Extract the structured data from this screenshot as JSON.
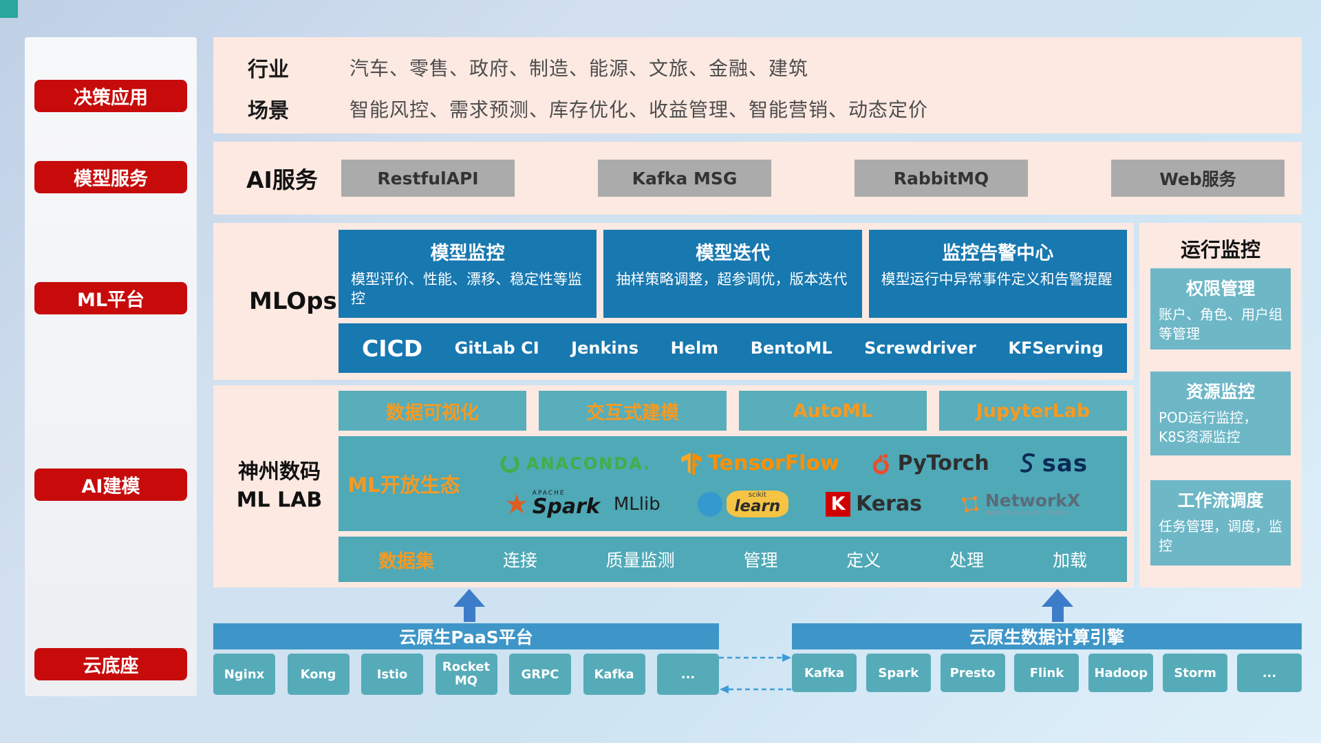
{
  "colors": {
    "accent_red": "#c70b0b",
    "box_blue": "#1878b0",
    "teal": "#4fa9b7",
    "orange": "#f59a23",
    "header_blue": "#3e96c8",
    "row_pink": "#fce9e2"
  },
  "sidebar": {
    "items": [
      {
        "label": "决策应用"
      },
      {
        "label": "模型服务"
      },
      {
        "label": "ML平台"
      },
      {
        "label": "AI建模"
      },
      {
        "label": "云底座"
      }
    ]
  },
  "apps_row": {
    "industry_label": "行业",
    "industry_text": "汽车、零售、政府、制造、能源、文旅、金融、建筑",
    "scene_label": "场景",
    "scene_text": "智能风控、需求预测、库存优化、收益管理、智能营销、动态定价"
  },
  "service_row": {
    "label": "AI服务",
    "buttons": [
      {
        "label": "RestfulAPI"
      },
      {
        "label": "Kafka MSG"
      },
      {
        "label": "RabbitMQ"
      },
      {
        "label": "Web服务"
      }
    ]
  },
  "mlops": {
    "label": "MLOps",
    "cards": [
      {
        "title": "模型监控",
        "desc": "模型评价、性能、漂移、稳定性等监控"
      },
      {
        "title": "模型迭代",
        "desc": "抽样策略调整，超参调优，版本迭代"
      },
      {
        "title": "监控告警中心",
        "desc": "模型运行中异常事件定义和告警提醒"
      }
    ],
    "cicd_label": "CICD",
    "cicd_items": [
      {
        "label": "GitLab CI"
      },
      {
        "label": "Jenkins"
      },
      {
        "label": "Helm"
      },
      {
        "label": "BentoML"
      },
      {
        "label": "Screwdriver"
      },
      {
        "label": "KFServing"
      }
    ]
  },
  "mllab": {
    "label_line1": "神州数码",
    "label_line2": "ML LAB",
    "tools": [
      {
        "label": "数据可视化"
      },
      {
        "label": "交互式建模"
      },
      {
        "label": "AutoML"
      },
      {
        "label": "JupyterLab"
      }
    ],
    "ecosystem_label": "ML开放生态",
    "logos": {
      "anaconda": "ANACONDA.",
      "tensorflow": "TensorFlow",
      "pytorch": "PyTorch",
      "sas": "sas",
      "spark_top": "APACHE",
      "spark": "Spark",
      "mllib": "MLlib",
      "sklearn_top": "scikit",
      "sklearn": "learn",
      "keras_k": "K",
      "keras": "Keras",
      "networkx": "NetworkX",
      "networkx_sub": "Network Analysis in Python"
    },
    "data_bar": {
      "first": "数据集",
      "items": [
        {
          "label": "连接"
        },
        {
          "label": "质量监测"
        },
        {
          "label": "管理"
        },
        {
          "label": "定义"
        },
        {
          "label": "处理"
        },
        {
          "label": "加载"
        }
      ]
    }
  },
  "monitor": {
    "title": "运行监控",
    "cards": [
      {
        "title": "权限管理",
        "desc": "账户、角色、用户组等管理"
      },
      {
        "title": "资源监控",
        "desc": "POD运行监控，K8S资源监控"
      },
      {
        "title": "工作流调度",
        "desc": "任务管理，调度，监控"
      }
    ]
  },
  "foundation": {
    "paas": {
      "title": "云原生PaaS平台",
      "items": [
        {
          "label": "Nginx"
        },
        {
          "label": "Kong"
        },
        {
          "label": "Istio"
        },
        {
          "label": "RocketMQ"
        },
        {
          "label": "GRPC"
        },
        {
          "label": "Kafka"
        },
        {
          "label": "..."
        }
      ]
    },
    "engine": {
      "title": "云原生数据计算引擎",
      "items": [
        {
          "label": "Kafka"
        },
        {
          "label": "Spark"
        },
        {
          "label": "Presto"
        },
        {
          "label": "Flink"
        },
        {
          "label": "Hadoop"
        },
        {
          "label": "Storm"
        },
        {
          "label": "..."
        }
      ]
    }
  }
}
